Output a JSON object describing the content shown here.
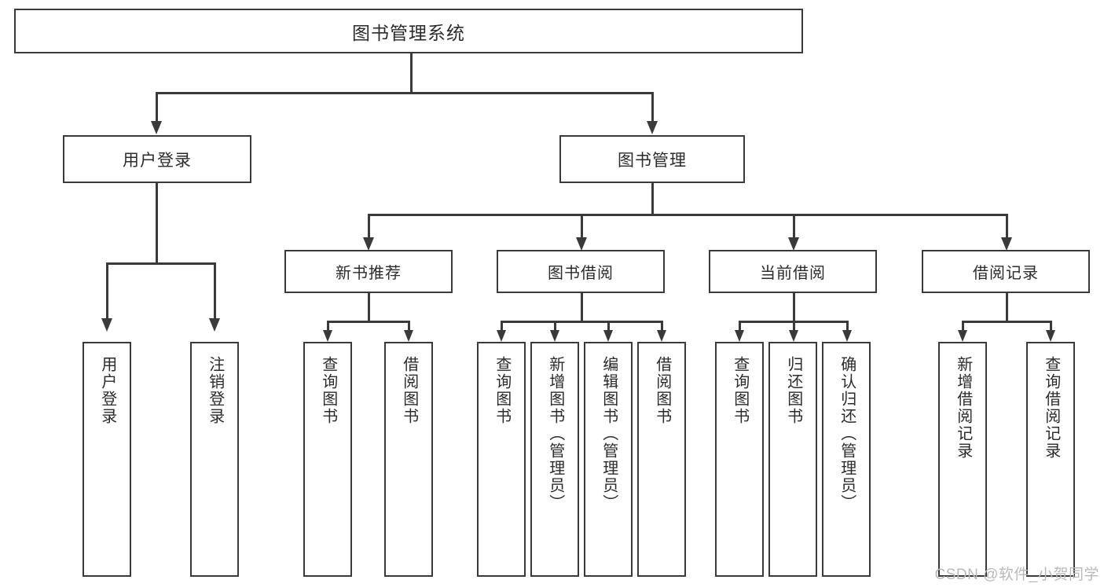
{
  "diagram": {
    "title": "图书管理系统",
    "type": "tree",
    "watermark": "CSDN @软件_小贺同学",
    "colors": {
      "stroke": "#3a3a3a",
      "text": "#2b2b2b",
      "background": "#ffffff",
      "watermark": "#b9b9b9"
    }
  },
  "root": {
    "label": "图书管理系统"
  },
  "level1": [
    {
      "label": "用户登录"
    },
    {
      "label": "图书管理"
    }
  ],
  "level2": [
    {
      "label": "新书推荐"
    },
    {
      "label": "图书借阅"
    },
    {
      "label": "当前借阅"
    },
    {
      "label": "借阅记录"
    }
  ],
  "leaves": {
    "user_login": [
      {
        "label": "用户登录"
      },
      {
        "label": "注销登录"
      }
    ],
    "new_book_recommend": [
      {
        "label": "查询图书"
      },
      {
        "label": "借阅图书"
      }
    ],
    "book_borrow": [
      {
        "label": "查询图书"
      },
      {
        "label": "新增图书（管理员）"
      },
      {
        "label": "编辑图书（管理员）"
      },
      {
        "label": "借阅图书"
      }
    ],
    "current_borrow": [
      {
        "label": "查询图书"
      },
      {
        "label": "归还图书"
      },
      {
        "label": "确认归还（管理员）"
      }
    ],
    "borrow_record": [
      {
        "label": "新增借阅记录"
      },
      {
        "label": "查询借阅记录"
      }
    ]
  }
}
